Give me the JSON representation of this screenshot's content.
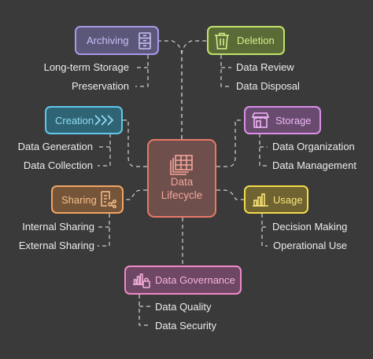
{
  "center": {
    "title_line1": "Data",
    "title_line2": "Lifecycle",
    "icon": "data-table-icon"
  },
  "nodes": {
    "archiving": {
      "label": "Archiving",
      "icon": "archive-cabinet-icon",
      "color": "#a898ea",
      "items": [
        "Long-term Storage",
        "Preservation"
      ]
    },
    "deletion": {
      "label": "Deletion",
      "icon": "trash-icon",
      "color": "#c0e26a",
      "items": [
        "Data Review",
        "Data Disposal"
      ]
    },
    "creation": {
      "label": "Creation",
      "icon": "fast-forward-icon",
      "color": "#5fc8e8",
      "items": [
        "Data Generation",
        "Data Collection"
      ]
    },
    "storage": {
      "label": "Storage",
      "icon": "storage-icon",
      "color": "#d98ee8",
      "items": [
        "Data Organization",
        "Data Management"
      ]
    },
    "sharing": {
      "label": "Sharing",
      "icon": "share-document-icon",
      "color": "#f2a462",
      "items": [
        "Internal Sharing",
        "External Sharing"
      ]
    },
    "usage": {
      "label": "Usage",
      "icon": "bar-chart-icon",
      "color": "#f3dc4a",
      "items": [
        "Decision Making",
        "Operational Use"
      ]
    },
    "governance": {
      "label": "Data Governance",
      "icon": "governance-chart-lock-icon",
      "color": "#f08ac8",
      "items": [
        "Data Quality",
        "Data Security"
      ]
    }
  }
}
